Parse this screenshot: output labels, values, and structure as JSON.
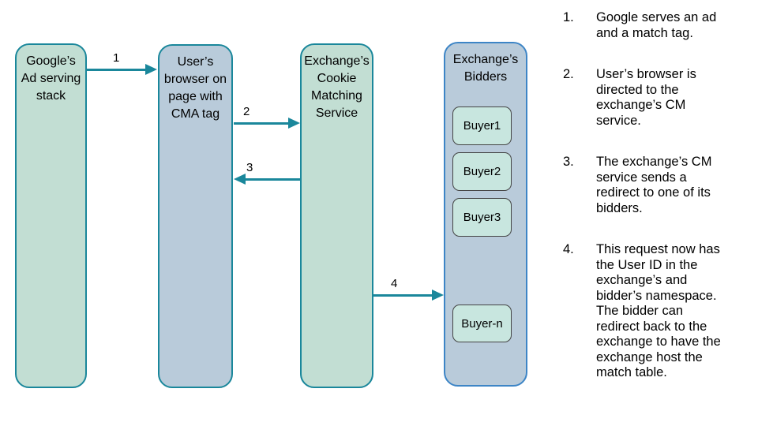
{
  "colors": {
    "teal_border": "#1a879b",
    "green_fill": "#c2ded3",
    "blue_fill": "#b9cbda",
    "blue_border": "#3d85c6",
    "buyer_fill": "#c8e6df",
    "buyer_border": "#444444",
    "arrow_color": "#1a879b",
    "text_color": "#000000",
    "bg_color": "#ffffff"
  },
  "diagram": {
    "lanes": [
      {
        "id": "google",
        "label": "Google’s Ad serving stack"
      },
      {
        "id": "browser",
        "label": "User’s browser on page with CMA tag"
      },
      {
        "id": "cms",
        "label": "Exchange’s Cookie Matching Service"
      },
      {
        "id": "bidders",
        "label": "Exchange’s Bidders"
      }
    ],
    "buyers": [
      {
        "label": "Buyer1"
      },
      {
        "label": "Buyer2"
      },
      {
        "label": "Buyer3"
      },
      {
        "label": "Buyer-n"
      }
    ],
    "arrows": [
      {
        "label": "1",
        "from": "google",
        "to": "browser",
        "direction": "right"
      },
      {
        "label": "2",
        "from": "browser",
        "to": "cms",
        "direction": "right"
      },
      {
        "label": "3",
        "from": "cms",
        "to": "browser",
        "direction": "left"
      },
      {
        "label": "4",
        "from": "cms",
        "to": "bidders",
        "direction": "right"
      }
    ]
  },
  "steps": [
    {
      "number": "1.",
      "text": "Google serves an ad and a match tag."
    },
    {
      "number": "2.",
      "text": "User’s browser is directed to the exchange’s CM service."
    },
    {
      "number": "3.",
      "text": "The exchange’s CM service sends a redirect to one of its bidders."
    },
    {
      "number": "4.",
      "text": "This request now has the User ID in the exchange’s and bidder’s namespace. The bidder can redirect back to the exchange to have the exchange host the match table."
    }
  ]
}
